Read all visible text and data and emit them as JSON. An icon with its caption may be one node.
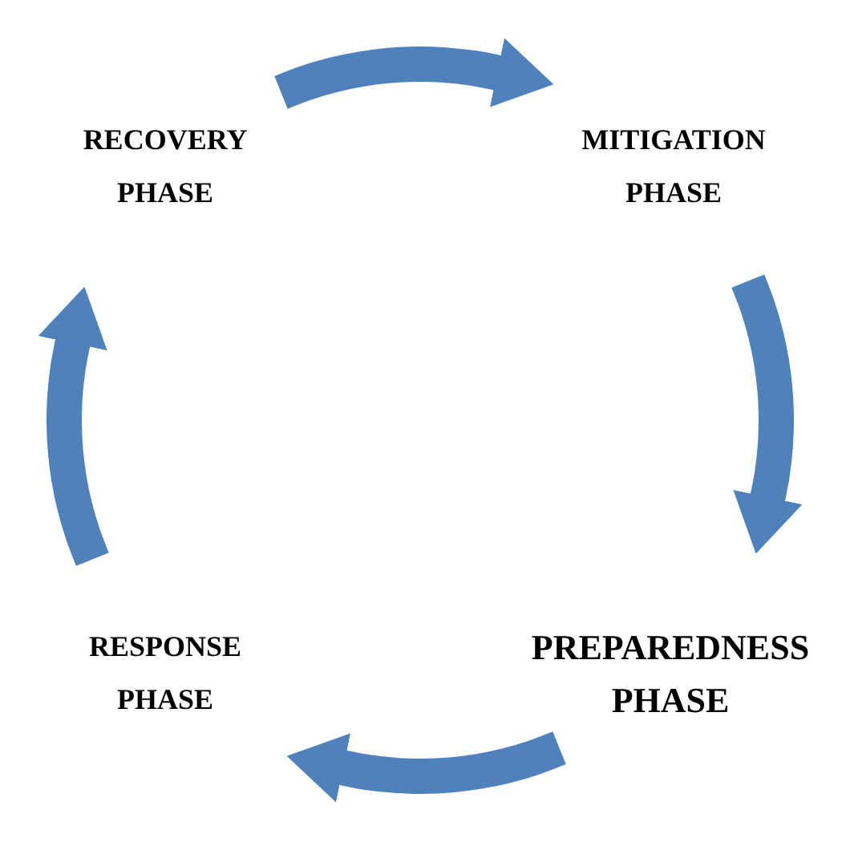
{
  "diagram": {
    "nodes": [
      {
        "text": [
          "RECOVERY PHASE"
        ]
      },
      {
        "text": [
          "MITIGATION PHASE"
        ]
      },
      {
        "text": [
          "PREPAREDNESS PHASE"
        ]
      },
      {
        "text": [
          "RESPONSE PHASE"
        ]
      }
    ],
    "edges": [
      {
        "from": 0,
        "to": 1,
        "arrow": "to"
      },
      {
        "from": 1,
        "to": 2,
        "arrow": "to"
      },
      {
        "from": 2,
        "to": 3,
        "arrow": "to"
      },
      {
        "from": 3,
        "to": 0,
        "arrow": "to"
      }
    ]
  }
}
